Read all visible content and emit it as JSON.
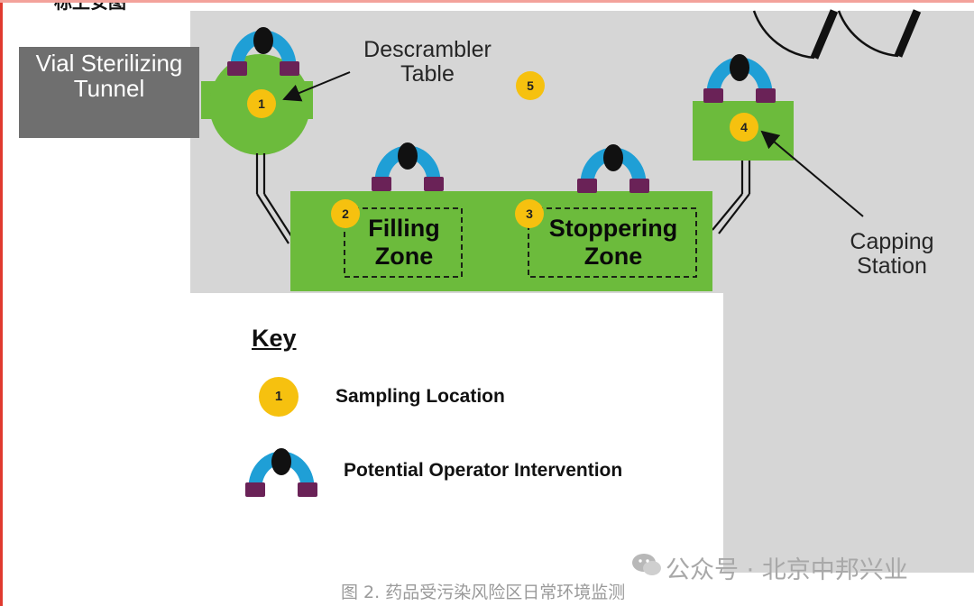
{
  "header_fragment": "标上安图",
  "labels": {
    "tunnel": "Vial Sterilizing Tunnel",
    "descrambler": "Descrambler Table",
    "capping": "Capping Station",
    "filling_zone": "Filling Zone",
    "stoppering_zone": "Stoppering Zone"
  },
  "sampling_locations": [
    "1",
    "2",
    "3",
    "4",
    "5"
  ],
  "key": {
    "title": "Key",
    "sampling_symbol": "1",
    "sampling_label": "Sampling Location",
    "operator_label": "Potential Operator Intervention"
  },
  "watermark": "公众号 · 北京中邦兴业",
  "caption": "图 2. 药品受污染风险区日常环境监测",
  "colors": {
    "room_gray": "#d6d6d6",
    "tunnel_gray": "#6f6f6f",
    "equipment_green": "#6cbb3c",
    "sampling_yellow": "#f6c10f",
    "operator_blue": "#1f9fd6",
    "operator_hand": "#6a2257",
    "frame_red": "#e03a2f"
  },
  "icons": {
    "operator": "operator-intervention-icon",
    "door": "double-door-icon",
    "wechat": "wechat-icon"
  }
}
